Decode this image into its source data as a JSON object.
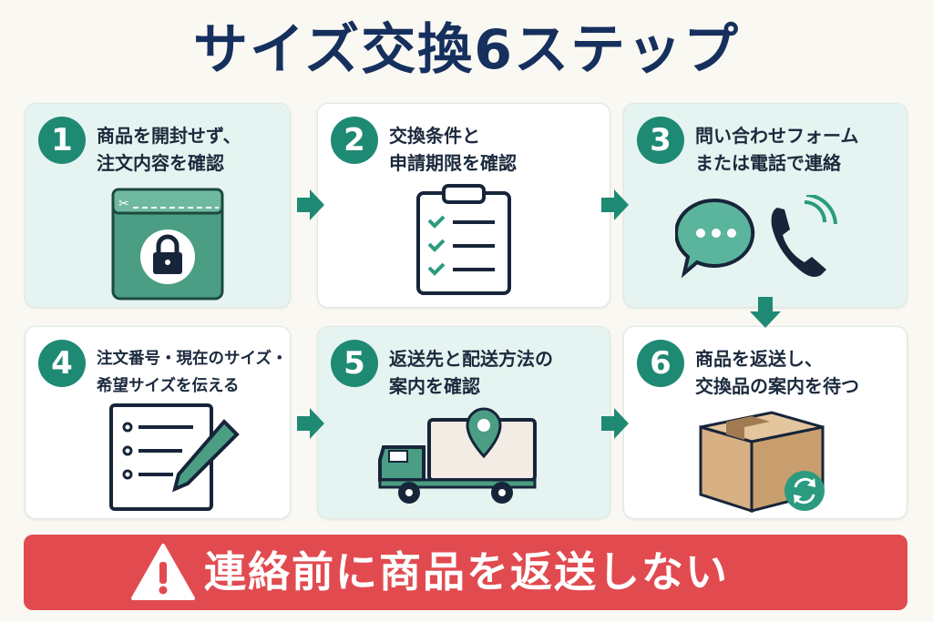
{
  "title": "サイズ交換6ステップ",
  "steps": [
    {
      "number": "1",
      "line1": "商品を開封せず、",
      "line2": "注文内容を確認",
      "icon": "sealed-package-lock-icon"
    },
    {
      "number": "2",
      "line1": "交換条件と",
      "line2": "申請期限を確認",
      "icon": "clipboard-checklist-icon"
    },
    {
      "number": "3",
      "line1": "問い合わせフォーム",
      "line2": "または電話で連絡",
      "icon": "chat-and-phone-icon"
    },
    {
      "number": "4",
      "line1": "注文番号・現在のサイズ・",
      "line2": "希望サイズを伝える",
      "icon": "form-and-pencil-icon"
    },
    {
      "number": "5",
      "line1": "返送先と配送方法の",
      "line2": "案内を確認",
      "icon": "truck-location-pin-icon"
    },
    {
      "number": "6",
      "line1": "商品を返送し、",
      "line2": "交換品の案内を待つ",
      "icon": "box-exchange-icon"
    }
  ],
  "warning": {
    "text": "連絡前に商品を返送しない",
    "icon": "warning-triangle-icon"
  },
  "colors": {
    "accent": "#1f8a74",
    "title": "#16305e",
    "warning": "#e14b50",
    "mint": "#e6f4f1"
  }
}
